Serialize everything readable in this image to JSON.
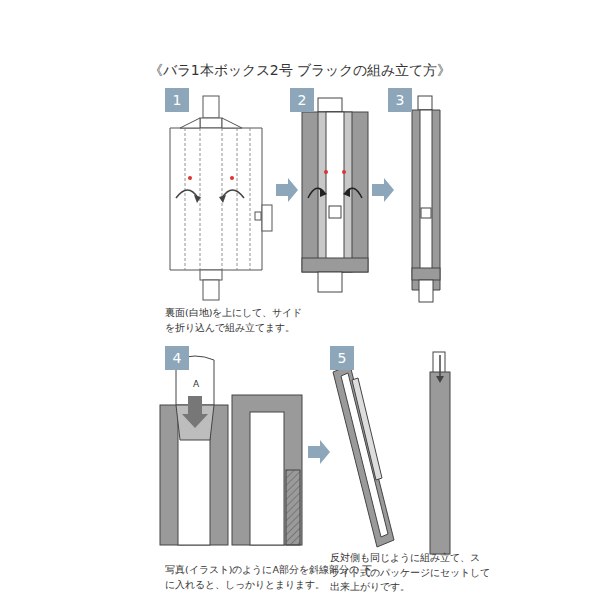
{
  "diagram": {
    "title": "《バラ1本ボックス2号 ブラックの組み立て方》",
    "nodes": [
      {
        "text": [
          "1"
        ]
      },
      {
        "text": [
          "2"
        ]
      },
      {
        "text": [
          "3"
        ]
      },
      {
        "text": [
          "4"
        ]
      },
      {
        "text": [
          "5"
        ]
      }
    ],
    "labels": [
      "A",
      "裏面(白地)を上にして、サイド を折り込んで組み立てます。",
      "写真(イラスト)のようにA部分を斜線部分の 下に入れると、しっかりとまります。",
      "反対側も同じように組み立て、ス ライド式のパッケージにセットして 出来上がりです。"
    ]
  }
}
